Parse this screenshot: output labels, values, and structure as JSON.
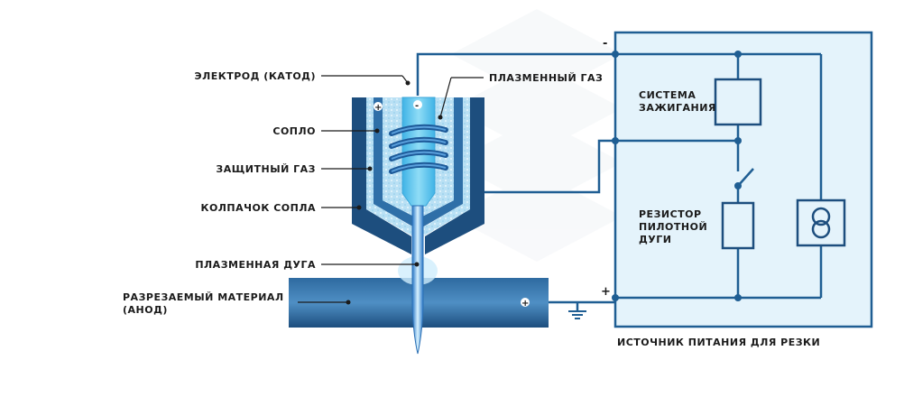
{
  "labels": {
    "electrode": "ЭЛЕКТРОД (КАТОД)",
    "plasma_gas": "ПЛАЗМЕННЫЙ ГАЗ",
    "nozzle": "СОПЛО",
    "shield_gas": "ЗАЩИТНЫЙ ГАЗ",
    "nozzle_cap": "КОЛПАЧОК СОПЛА",
    "plasma_arc": "ПЛАЗМЕННАЯ ДУГА",
    "workpiece_line1": "РАЗРЕЗАЕМЫЙ МАТЕРИАЛ",
    "workpiece_line2": "(АНОД)",
    "ignition_line1": "СИСТЕМА",
    "ignition_line2": "ЗАЖИГАНИЯ",
    "resistor_line1": "РЕЗИСТОР",
    "resistor_line2": "ПИЛОТНОЙ",
    "resistor_line3": "ДУГИ",
    "power_source": "ИСТОЧНИК ПИТАНИЯ ДЛЯ РЕЗКИ"
  },
  "signs": {
    "minus_terminal": "-",
    "plus_terminal": "+",
    "electrode_minus": "-",
    "nozzle_plus": "+",
    "workpiece_plus": "+"
  },
  "colors": {
    "dark_blue": "#1d4e7e",
    "mid_blue": "#2f6fa8",
    "light_blue": "#a9d8f0",
    "electrode": "#6cc9ee",
    "panel_fill": "#e4f3fb",
    "wire": "#1f5e93"
  }
}
